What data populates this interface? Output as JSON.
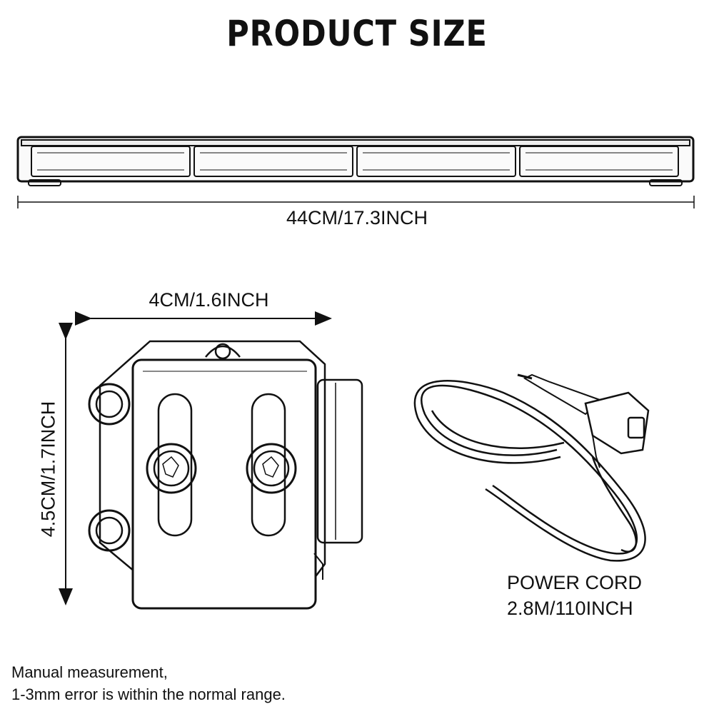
{
  "title": "PRODUCT SIZE",
  "dimensions": {
    "length": "44CM/17.3INCH",
    "width": "4CM/1.6INCH",
    "height": "4.5CM/1.7INCH"
  },
  "power_cord": {
    "name": "POWER CORD",
    "length": "2.8M/110INCH"
  },
  "note": {
    "line1": "Manual measurement,",
    "line2": "1-3mm error is within the normal range."
  },
  "colors": {
    "line": "#111111",
    "background": "#ffffff"
  }
}
